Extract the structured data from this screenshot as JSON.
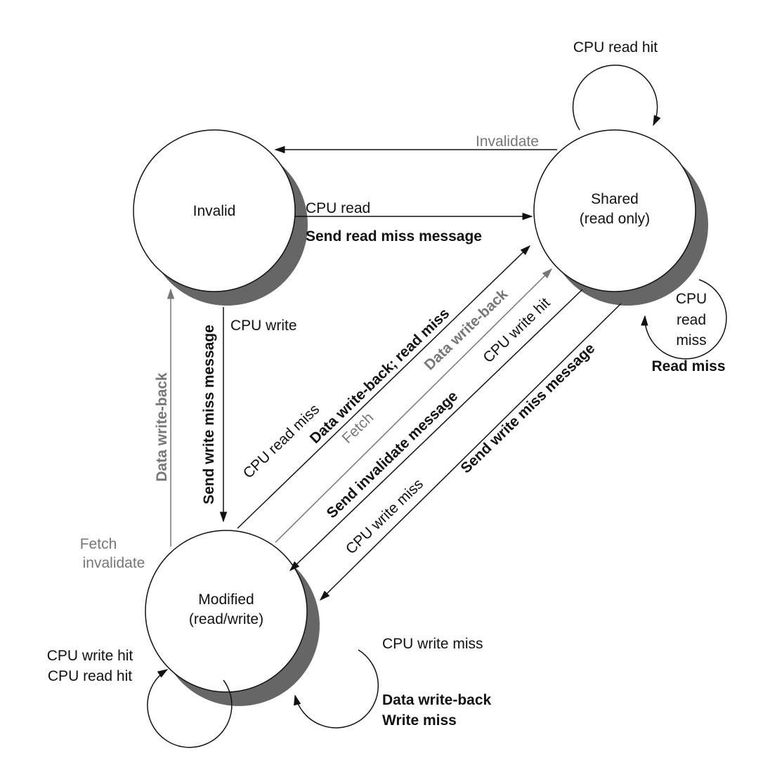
{
  "states": {
    "invalid": "Invalid",
    "shared_1": "Shared",
    "shared_2": "(read only)",
    "modified_1": "Modified",
    "modified_2": "(read/write)"
  },
  "labels": {
    "shared_loop_top": "CPU read hit",
    "invalidate": "Invalidate",
    "cpu_read": "CPU read",
    "send_read_miss": "Send read miss message",
    "shared_loop_right_1": "CPU",
    "shared_loop_right_2": "read",
    "shared_loop_right_3": "miss",
    "read_miss": "Read miss",
    "cpu_write": "CPU write",
    "send_write_miss_vertical": "Send write miss message",
    "data_write_back_vertical": "Data write-back",
    "fetch_invalidate_1": "Fetch",
    "fetch_invalidate_2": "invalidate",
    "cpu_read_miss": "CPU read miss",
    "dwb_read_miss": "Data write-back; read miss",
    "fetch": "Fetch",
    "data_write_back_diag": "Data write-back",
    "cpu_write_hit": "CPU write hit",
    "send_invalidate": "Send invalidate message",
    "send_write_miss_diag": "Send write miss message",
    "cpu_write_miss_diag": "CPU write miss",
    "mod_loop_left_1": "CPU write hit",
    "mod_loop_left_2": "CPU read hit",
    "mod_loop_right": "CPU write miss",
    "mod_loop_right_b1": "Data write-back",
    "mod_loop_right_b2": "Write miss"
  },
  "colors": {
    "black": "#111111",
    "gray": "#777777",
    "shadow": "#666666"
  }
}
